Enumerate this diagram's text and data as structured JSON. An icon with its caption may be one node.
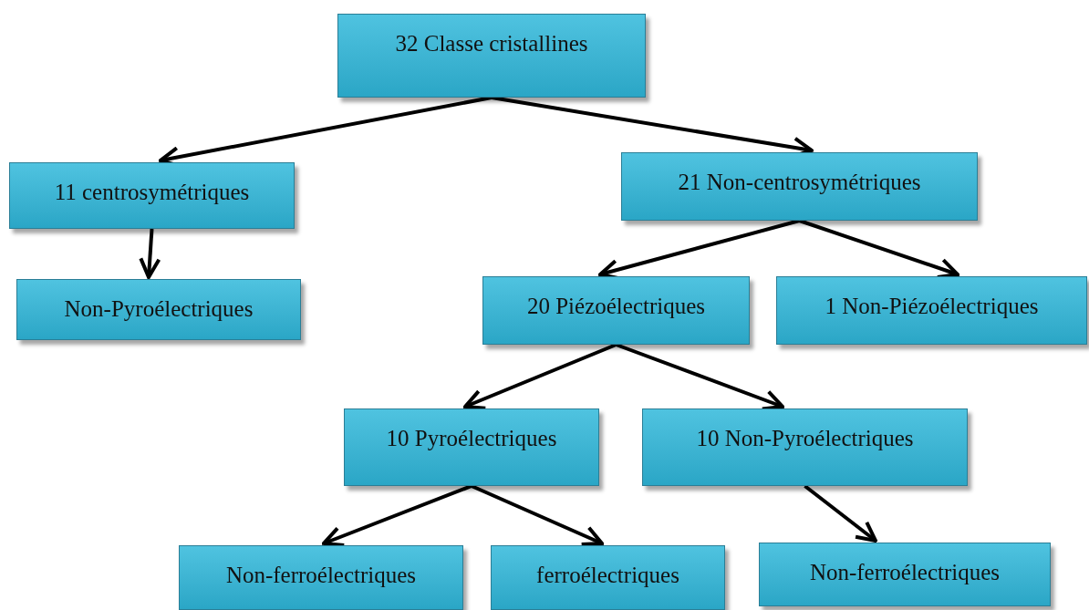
{
  "diagram": {
    "nodes": [
      {
        "text": [
          "32 Classe cristallines"
        ]
      },
      {
        "text": [
          "11 centrosymétriques"
        ]
      },
      {
        "text": [
          "21 Non-centrosymétriques"
        ]
      },
      {
        "text": [
          "Non-Pyroélectriques"
        ]
      },
      {
        "text": [
          "20 Piézoélectriques"
        ]
      },
      {
        "text": [
          "1 Non-Piézoélectriques"
        ]
      },
      {
        "text": [
          "10 Pyroélectriques"
        ]
      },
      {
        "text": [
          "10 Non-Pyroélectriques"
        ]
      },
      {
        "text": [
          "Non-ferroélectriques"
        ]
      },
      {
        "text": [
          "ferroélectriques"
        ]
      },
      {
        "text": [
          "Non-ferroélectriques"
        ]
      }
    ],
    "edges": [
      {
        "from": 0,
        "to": 1,
        "arrow": "to"
      },
      {
        "from": 0,
        "to": 2,
        "arrow": "to"
      },
      {
        "from": 1,
        "to": 3,
        "arrow": "to"
      },
      {
        "from": 2,
        "to": 4,
        "arrow": "to"
      },
      {
        "from": 2,
        "to": 5,
        "arrow": "to"
      },
      {
        "from": 4,
        "to": 6,
        "arrow": "to"
      },
      {
        "from": 4,
        "to": 7,
        "arrow": "to"
      },
      {
        "from": 6,
        "to": 8,
        "arrow": "to"
      },
      {
        "from": 6,
        "to": 9,
        "arrow": "to"
      },
      {
        "from": 7,
        "to": 10,
        "arrow": "to"
      }
    ]
  }
}
